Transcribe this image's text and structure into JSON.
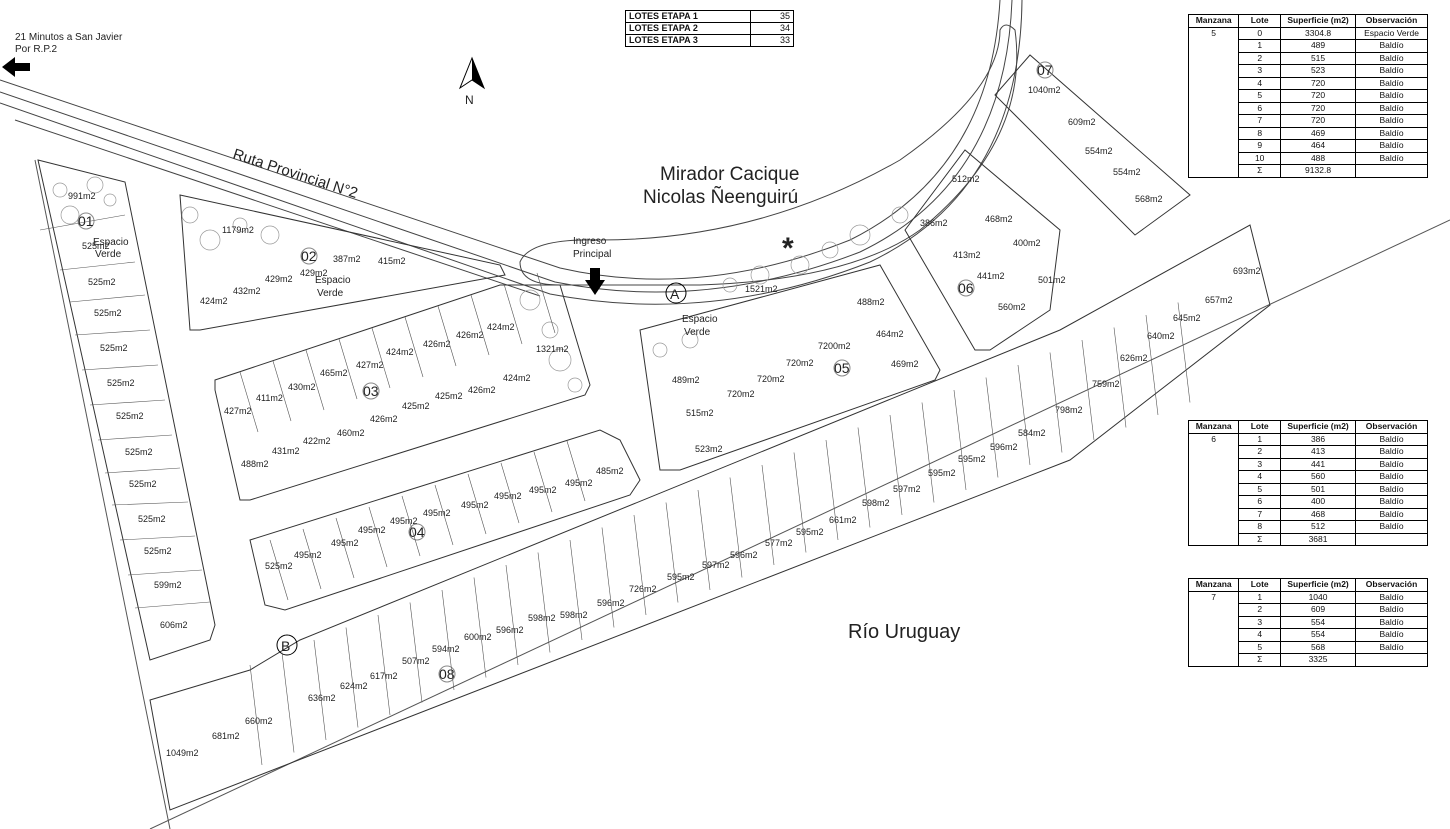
{
  "title": "Mirador Cacique Nicolas Ñeenguirú",
  "north_label": "N",
  "road_label": "Ruta Provincial N°2",
  "direction_note": [
    "21 Minutos a San Javier",
    "Por R.P.2"
  ],
  "entrance_label": [
    "Ingreso",
    "Principal"
  ],
  "river_label": "Río Uruguay",
  "markers": [
    "A",
    "B"
  ],
  "espacio_verde": [
    "Espacio",
    "Verde"
  ],
  "stages": [
    {
      "label": "LOTES ETAPA 1",
      "count": "35"
    },
    {
      "label": "LOTES ETAPA 2",
      "count": "34"
    },
    {
      "label": "LOTES ETAPA 3",
      "count": "33"
    }
  ],
  "table_headers": [
    "Manzana",
    "Lote",
    "Superficie (m2)",
    "Observación"
  ],
  "manzana_tables": [
    {
      "manzana": "5",
      "rows": [
        [
          "0",
          "3304.8",
          "Espacio Verde"
        ],
        [
          "1",
          "489",
          "Baldío"
        ],
        [
          "2",
          "515",
          "Baldío"
        ],
        [
          "3",
          "523",
          "Baldío"
        ],
        [
          "4",
          "720",
          "Baldío"
        ],
        [
          "5",
          "720",
          "Baldío"
        ],
        [
          "6",
          "720",
          "Baldío"
        ],
        [
          "7",
          "720",
          "Baldío"
        ],
        [
          "8",
          "469",
          "Baldío"
        ],
        [
          "9",
          "464",
          "Baldío"
        ],
        [
          "10",
          "488",
          "Baldío"
        ]
      ],
      "total_label": "Σ",
      "total": "9132.8"
    },
    {
      "manzana": "6",
      "rows": [
        [
          "1",
          "386",
          "Baldío"
        ],
        [
          "2",
          "413",
          "Baldío"
        ],
        [
          "3",
          "441",
          "Baldío"
        ],
        [
          "4",
          "560",
          "Baldío"
        ],
        [
          "5",
          "501",
          "Baldío"
        ],
        [
          "6",
          "400",
          "Baldío"
        ],
        [
          "7",
          "468",
          "Baldío"
        ],
        [
          "8",
          "512",
          "Baldío"
        ]
      ],
      "total_label": "Σ",
      "total": "3681"
    },
    {
      "manzana": "7",
      "rows": [
        [
          "1",
          "1040",
          "Baldío"
        ],
        [
          "2",
          "609",
          "Baldío"
        ],
        [
          "3",
          "554",
          "Baldío"
        ],
        [
          "4",
          "554",
          "Baldío"
        ],
        [
          "5",
          "568",
          "Baldío"
        ]
      ],
      "total_label": "Σ",
      "total": "3325"
    }
  ],
  "blocks": [
    "01",
    "02",
    "03",
    "04",
    "05",
    "06",
    "07",
    "08"
  ],
  "lots": {
    "m01": [
      "991m2",
      "525m2",
      "525m2",
      "525m2",
      "525m2",
      "525m2",
      "525m2",
      "525m2",
      "525m2",
      "525m2",
      "525m2",
      "599m2",
      "606m2"
    ],
    "m02": [
      "1179m2",
      "424m2",
      "432m2",
      "429m2",
      "429m2",
      "387m2",
      "415m2"
    ],
    "m03": [
      "427m2",
      "411m2",
      "430m2",
      "465m2",
      "427m2",
      "424m2",
      "426m2",
      "426m2",
      "424m2",
      "1321m2",
      "488m2",
      "431m2",
      "422m2",
      "460m2",
      "426m2",
      "425m2",
      "425m2",
      "426m2",
      "424m2"
    ],
    "m04": [
      "525m2",
      "495m2",
      "495m2",
      "495m2",
      "495m2",
      "495m2",
      "495m2",
      "495m2",
      "495m2",
      "495m2",
      "485m2"
    ],
    "m05": [
      "1521m2",
      "488m2",
      "464m2",
      "7200m2",
      "469m2",
      "720m2",
      "720m2",
      "720m2",
      "489m2",
      "515m2",
      "523m2"
    ],
    "m06": [
      "512m2",
      "386m2",
      "468m2",
      "413m2",
      "400m2",
      "441m2",
      "501m2",
      "560m2"
    ],
    "m07": [
      "1040m2",
      "609m2",
      "554m2",
      "554m2",
      "568m2"
    ],
    "m08": [
      "1049m2",
      "681m2",
      "660m2",
      "636m2",
      "624m2",
      "617m2",
      "507m2",
      "594m2",
      "600m2",
      "596m2",
      "598m2",
      "598m2",
      "596m2",
      "726m2",
      "595m2",
      "597m2",
      "596m2",
      "577m2",
      "595m2",
      "661m2",
      "598m2",
      "597m2",
      "595m2",
      "595m2",
      "596m2",
      "584m2",
      "798m2",
      "759m2",
      "626m2",
      "640m2",
      "645m2",
      "657m2",
      "693m2"
    ]
  }
}
